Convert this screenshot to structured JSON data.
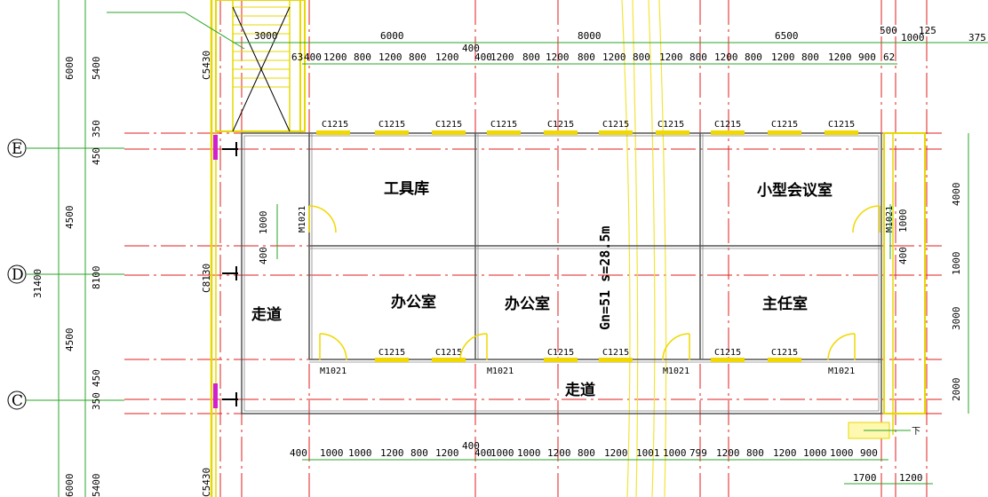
{
  "top_overall_dims": [
    "3000",
    "6000",
    "8000",
    "6500",
    "500",
    "1000",
    "125",
    "375"
  ],
  "top_detail_dims": [
    "63",
    "400",
    "1200",
    "800",
    "1200",
    "800",
    "1200",
    "400",
    "400",
    "1200",
    "800",
    "1200",
    "800",
    "1200",
    "800",
    "1200",
    "800",
    "1200",
    "800",
    "1200",
    "800",
    "1200",
    "900",
    "62"
  ],
  "bottom_detail_dims": [
    "400",
    "1000",
    "1000",
    "1200",
    "800",
    "1200",
    "400",
    "400",
    "1000",
    "1000",
    "1200",
    "800",
    "1200",
    "1001",
    "1000",
    "799",
    "1200",
    "800",
    "1200",
    "1000",
    "1000",
    "900"
  ],
  "bottom_overall_dims": [
    "1700",
    "1200"
  ],
  "left_outer_dims": [
    "6000",
    "4500",
    "4500",
    "6000"
  ],
  "left_mid_dims": [
    "5400",
    "350",
    "450",
    "8100",
    "450",
    "350",
    "5400"
  ],
  "left_total": "31400",
  "stair_dims": [
    "C5430",
    "C8130",
    "C5430"
  ],
  "right_dims": [
    "4000",
    "1000",
    "3000",
    "2000"
  ],
  "door_side_dims": {
    "left": [
      "1000",
      "400"
    ],
    "right": [
      "1000",
      "400"
    ]
  },
  "axes": [
    "E",
    "D",
    "C"
  ],
  "rooms": {
    "tool_storage": "工具库",
    "meeting_small": "小型会议室",
    "office_1": "办公室",
    "office_2": "办公室",
    "director": "主任室",
    "corridor_left": "走道",
    "corridor_bottom": "走道"
  },
  "window_label": "C1215",
  "door_label": "M1021",
  "stair_label": "下",
  "note": "Gn=51  s=28.5m"
}
